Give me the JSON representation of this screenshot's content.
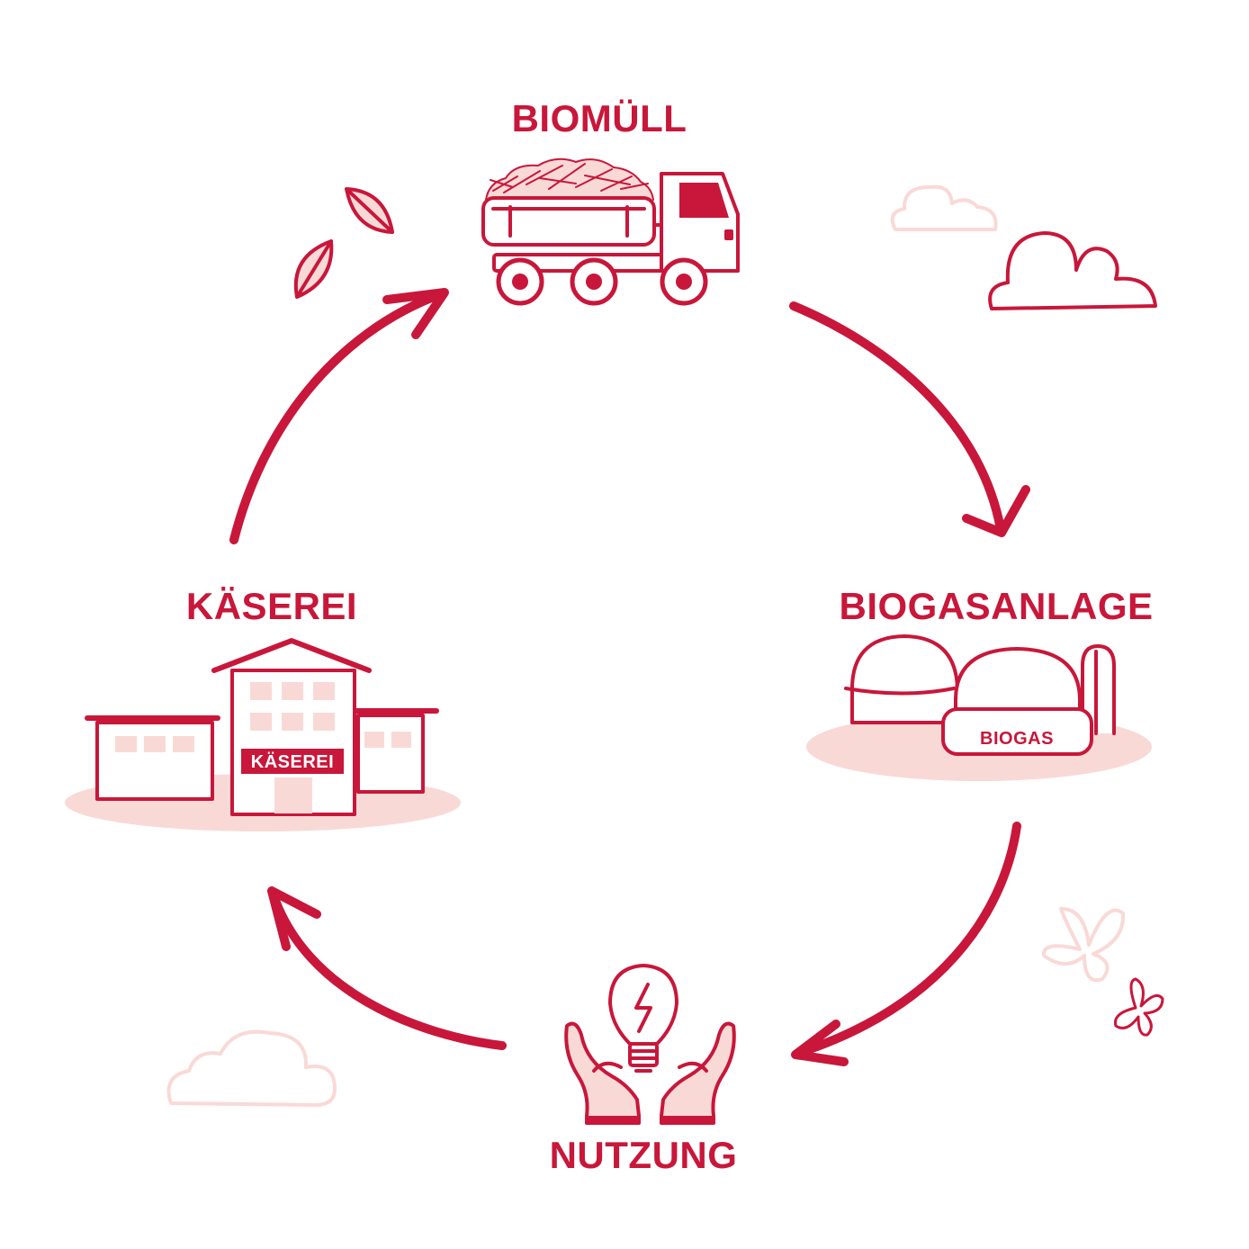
{
  "colors": {
    "accent": "#C8173A",
    "light": "#F9D9D6",
    "background": "#FFFFFF"
  },
  "stages": [
    {
      "label": "BIOMÜLL",
      "icon": "garbage-truck-icon"
    },
    {
      "label": "BIOGASANLAGE",
      "icon": "biogas-plant-icon",
      "tank_label": "BIOGAS"
    },
    {
      "label": "NUTZUNG",
      "icon": "hands-lightbulb-icon"
    },
    {
      "label": "KÄSEREI",
      "icon": "cheese-factory-icon",
      "sign_label": "KÄSEREI"
    }
  ],
  "flow": [
    "BIOMÜLL",
    "BIOGASANLAGE",
    "NUTZUNG",
    "KÄSEREI"
  ],
  "decorations": [
    "leaf-icon",
    "leaf-icon",
    "cloud-icon",
    "cloud-icon",
    "cloud-icon",
    "butterfly-icon",
    "butterfly-icon"
  ]
}
